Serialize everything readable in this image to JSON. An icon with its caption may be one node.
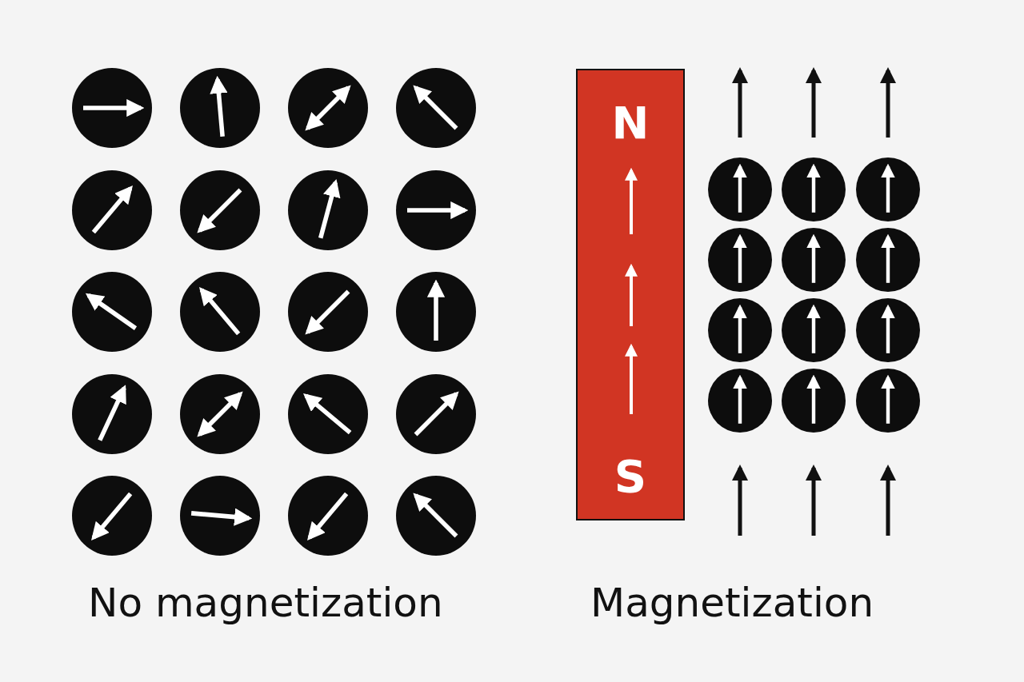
{
  "diagram": {
    "nodes": [
      {
        "text": [
          "N",
          "S"
        ]
      }
    ],
    "labels": [
      "No magnetization",
      "Magnetization"
    ]
  }
}
